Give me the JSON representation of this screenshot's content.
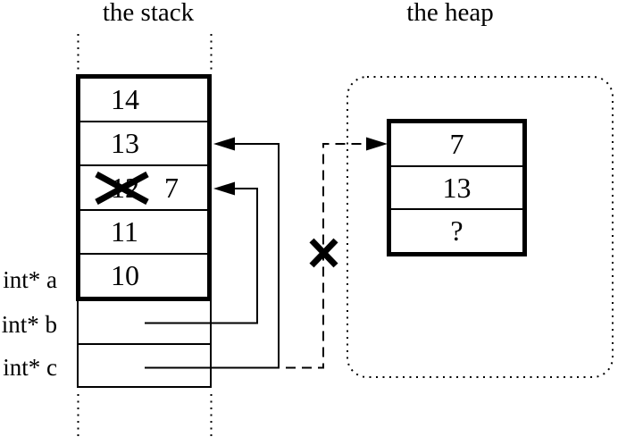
{
  "titles": {
    "stack": "the stack",
    "heap": "the heap"
  },
  "stack_box": {
    "cells": [
      {
        "value": "14"
      },
      {
        "value": "13"
      },
      {
        "value": "12",
        "crossed_out": true,
        "new_value": "7"
      },
      {
        "value": "11"
      },
      {
        "value": "10"
      }
    ]
  },
  "variable_labels": [
    {
      "label": "int* a"
    },
    {
      "label": "int* b"
    },
    {
      "label": "int* c"
    }
  ],
  "heap_box": {
    "cells": [
      {
        "value": "7"
      },
      {
        "value": "13"
      },
      {
        "value": "?"
      }
    ]
  },
  "colors": {
    "ink": "#000000",
    "background": "#ffffff"
  }
}
